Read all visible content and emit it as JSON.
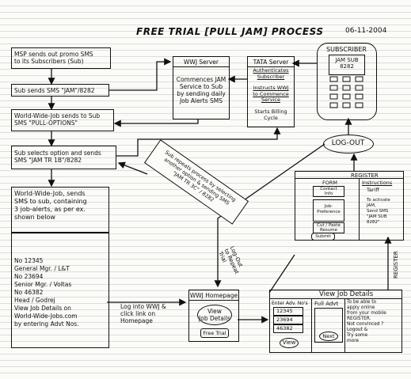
{
  "title": "FREE TRIAL [PULL JAM] PROCESS",
  "date": "06-11-2004",
  "left_flow": {
    "step1": "MSP sends out promo SMS\nto its Subscribers (Sub)",
    "step2": "Sub sends SMS \"JAM\"/8282",
    "step3": "World-Wide-Job sends to Sub\nSMS \"PULL-OPTIONS\"",
    "step4": "Sub selects option and sends\nSMS \"JAM TR 1B\"/8282",
    "step5": "World-Wide-Job, sends\nSMS to sub, containing\n3 job-alerts, as per ex.\nshown below",
    "step6": "No 12345\nGeneral Mgr. / L&T\nNo 23694\nSenior Mgr. / Voltas\nNo 46382\nHead / Godrej",
    "step7": "View Job Details on\nWorld-Wide-Jobs.com\nby entering Advt Nos."
  },
  "wwj_server": {
    "title": "WWJ Server",
    "body": "Commences JAM\nService to Sub\nby sending daily\nJob Alerts SMS"
  },
  "tata_server": {
    "title": "TATA Server",
    "item1": "Authenticates\nSubscriber",
    "item2": "Instructs WWJ\nto Commence\nService",
    "item3": "Starts Billing\nCycle"
  },
  "subscriber": {
    "title": "SUBSCRIBER",
    "screen": "JAM SUB\n8282"
  },
  "logout": "LOG-OUT",
  "register": {
    "title": "REGISTER",
    "form_label": "FORM",
    "contact": "Contact\nInfo",
    "job_pref": "Job-\nPreference",
    "upload": "Cut / Paste\nResume",
    "submit": "Submit",
    "instructions_label": "Instructions",
    "tariff": "Tariff",
    "activate": "To activate\nJAM,\nSend SMS\n\"JAM SUB\n8282\""
  },
  "diagonal": "Sub repeats process by selecting\nanother option & sending SMS\n\"JAM TR 3C\" / 8282",
  "log_out_to_repeat": "Log-Out\nto Repeat\nTrial",
  "register_vertical": "REGISTER",
  "login_text": "Log into WWJ &\nclick link on\nHomepage",
  "homepage": {
    "title": "WWJ Homepage",
    "link": "View\nJob Details",
    "badge": "Free Trial"
  },
  "view_job_details": {
    "title": "View Job Details",
    "enter_label": "Enter Adv. No's",
    "advt_nos": [
      "12345",
      "23694",
      "46382"
    ],
    "view_btn": "View",
    "full_advt": "Full Advt",
    "next_btn": "Next",
    "note": "To be able to\napply online\nfrom your mobile\nREGISTER.\nNot convinced ?\nLogout &\nTry some\nmore"
  }
}
